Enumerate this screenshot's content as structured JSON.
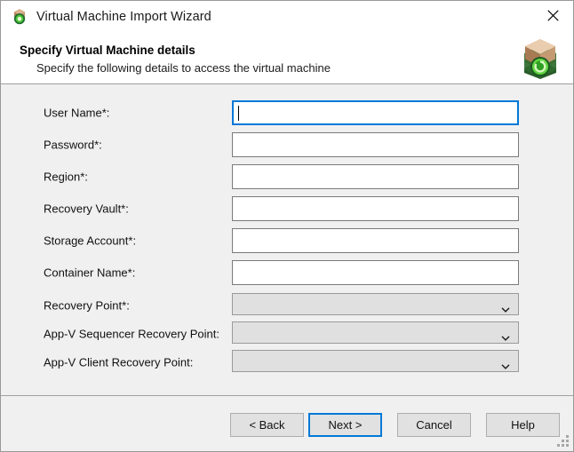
{
  "window": {
    "title": "Virtual Machine Import Wizard",
    "title_icon": "package-shield-icon",
    "close_icon": "close-icon",
    "resize_grip": "resize-grip"
  },
  "header": {
    "title": "Specify Virtual Machine details",
    "subtitle": "Specify the following details to access the virtual machine",
    "banner_icon": "package-recycle-icon"
  },
  "form": {
    "fields": [
      {
        "label": "User Name*:",
        "type": "text",
        "value": "",
        "focused": true,
        "disabled": false
      },
      {
        "label": "Password*:",
        "type": "text",
        "value": "",
        "focused": false,
        "disabled": false
      },
      {
        "label": "Region*:",
        "type": "text",
        "value": "",
        "focused": false,
        "disabled": false
      },
      {
        "label": "Recovery Vault*:",
        "type": "text",
        "value": "",
        "focused": false,
        "disabled": false
      },
      {
        "label": "Storage Account*:",
        "type": "text",
        "value": "",
        "focused": false,
        "disabled": false
      },
      {
        "label": "Container Name*:",
        "type": "text",
        "value": "",
        "focused": false,
        "disabled": false
      },
      {
        "label": "Recovery Point*:",
        "type": "combo",
        "value": "",
        "focused": false,
        "disabled": true
      },
      {
        "label": "App-V Sequencer Recovery Point:",
        "type": "combo",
        "value": "",
        "focused": false,
        "disabled": true
      },
      {
        "label": "App-V Client Recovery Point:",
        "type": "combo",
        "value": "",
        "focused": false,
        "disabled": true
      }
    ]
  },
  "footer": {
    "buttons": [
      {
        "label": "< Back",
        "default": false
      },
      {
        "label": "Next >",
        "default": true
      },
      {
        "label": "Cancel",
        "default": false
      },
      {
        "label": "Help",
        "default": false
      }
    ]
  },
  "colors": {
    "accent": "#0078d7",
    "dialog_background": "#f0f0f0",
    "header_background": "#ffffff",
    "field_background": "#ffffff",
    "disabled_field_background": "#e0e0e0",
    "button_background": "#e1e1e1",
    "text": "#111111"
  }
}
